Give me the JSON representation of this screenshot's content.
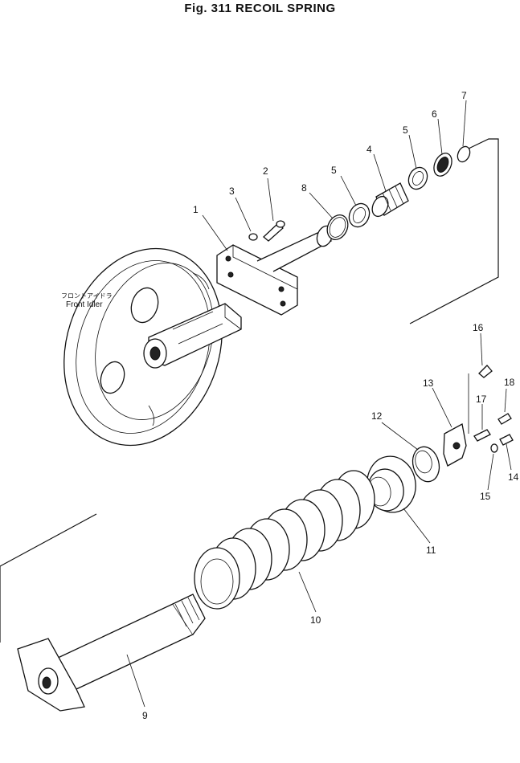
{
  "figure": {
    "title": "Fig. 311   RECOIL SPRING",
    "caption_jp": "フロントアイドラ",
    "caption_en": "Front Idler"
  },
  "callouts": [
    "1",
    "2",
    "3",
    "4",
    "5",
    "5",
    "6",
    "7",
    "8",
    "9",
    "10",
    "11",
    "12",
    "13",
    "14",
    "15",
    "16",
    "17",
    "18"
  ]
}
